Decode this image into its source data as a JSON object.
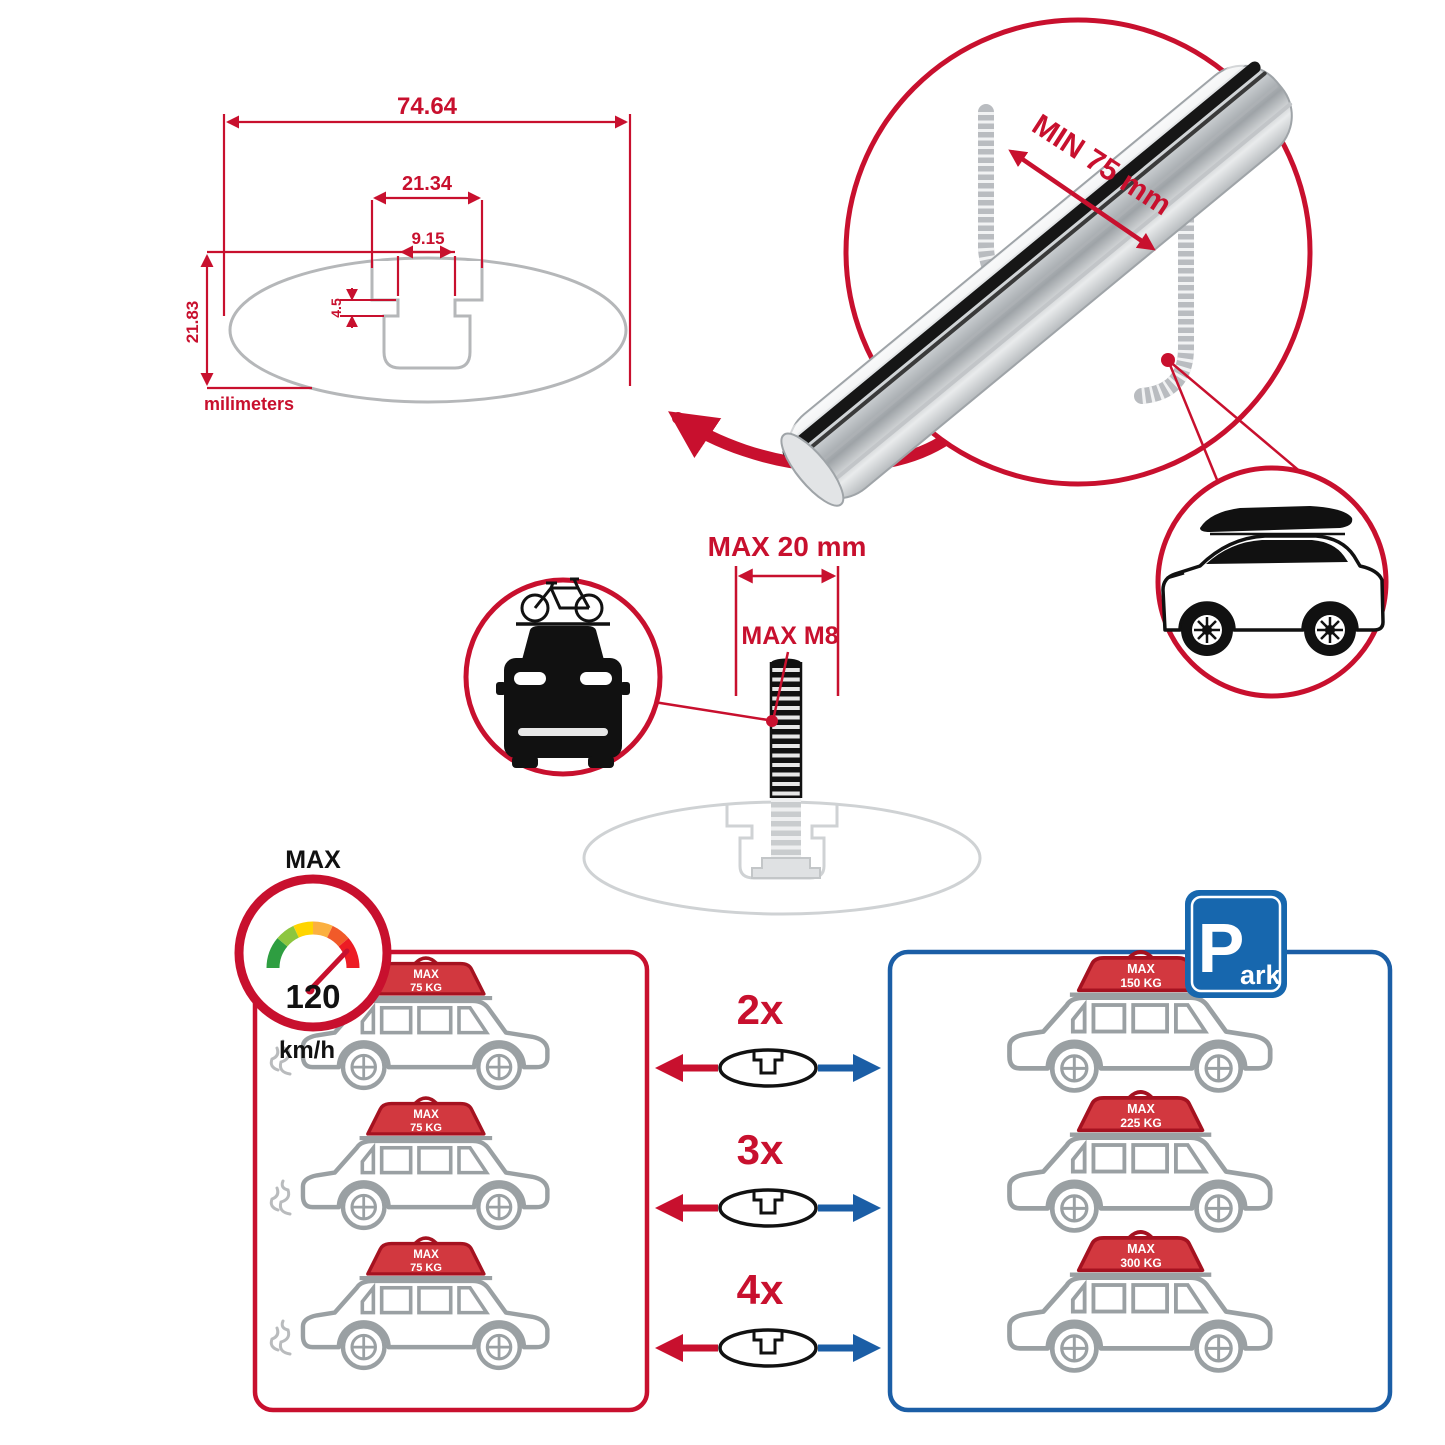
{
  "colors": {
    "accent_red": "#c8102e",
    "accent_blue": "#1b5ea6",
    "line_gray": "#9aa0a3",
    "metal_gray": "#c9cccf",
    "black": "#111111"
  },
  "cross_section": {
    "dim_total_width": "74.64",
    "dim_channel_width": "21.34",
    "dim_slot_width": "9.15",
    "dim_slot_depth": "4.5",
    "dim_total_height": "21.83",
    "unit_label": "milimeters"
  },
  "bar_detail": {
    "clamp_spacing_label": "MIN 75 mm"
  },
  "bolt_detail": {
    "length_label": "MAX 20 mm",
    "thread_label": "MAX M8"
  },
  "speed_limit": {
    "title": "MAX",
    "value": "120",
    "unit": "km/h"
  },
  "driving_panel": {
    "cars": [
      {
        "load_title": "MAX",
        "load_value": "75 KG"
      },
      {
        "load_title": "MAX",
        "load_value": "75 KG"
      },
      {
        "load_title": "MAX",
        "load_value": "75 KG"
      }
    ]
  },
  "parking_panel": {
    "sign_main": "P",
    "sign_rest": "ark",
    "cars": [
      {
        "load_title": "MAX",
        "load_value": "150 KG"
      },
      {
        "load_title": "MAX",
        "load_value": "225 KG"
      },
      {
        "load_title": "MAX",
        "load_value": "300 KG"
      }
    ]
  },
  "quantity_options": [
    "2x",
    "3x",
    "4x"
  ]
}
